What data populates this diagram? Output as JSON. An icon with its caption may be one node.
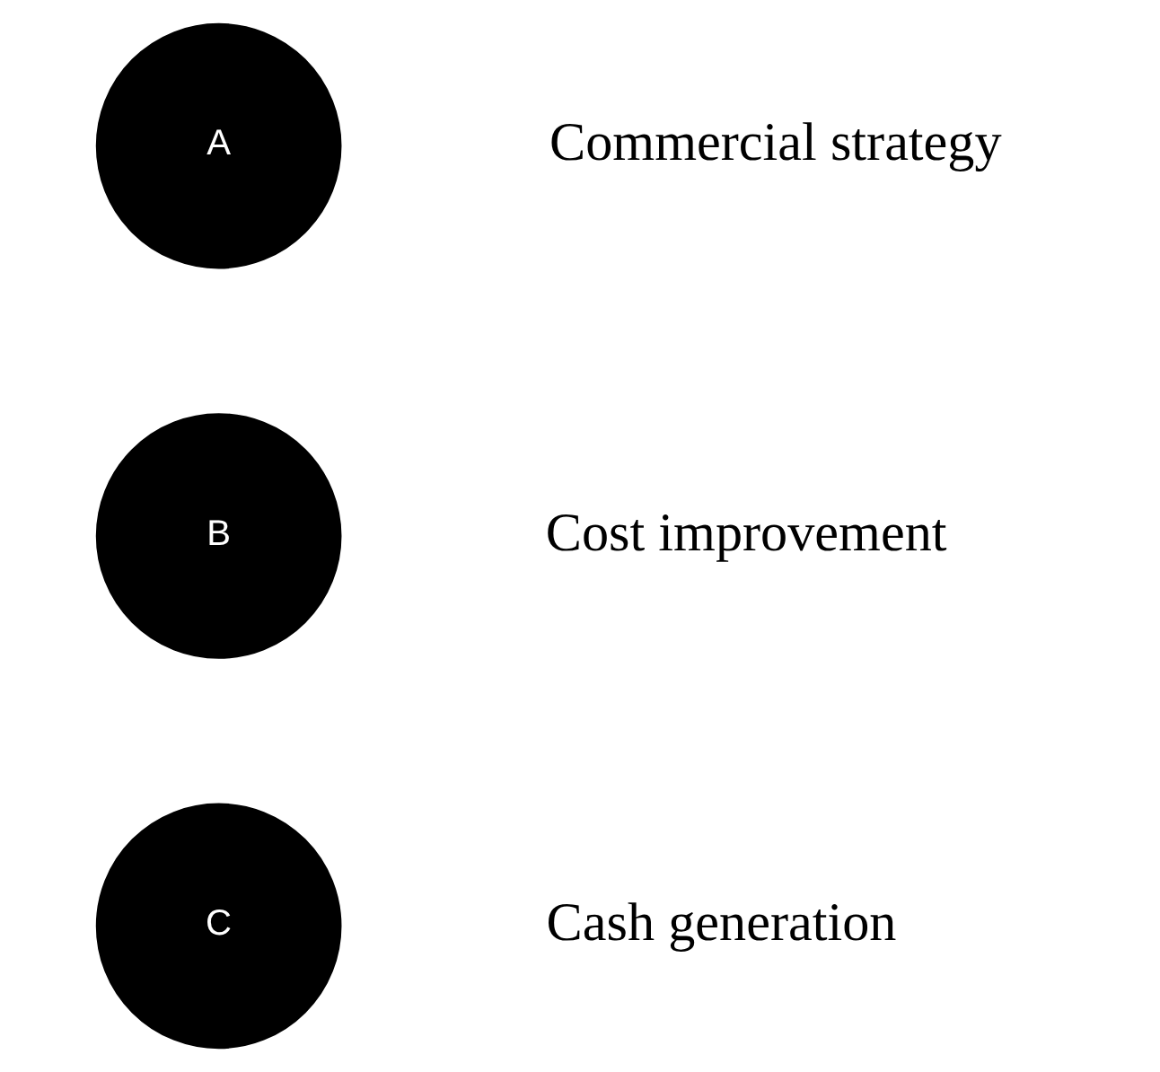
{
  "diagram": {
    "nodes": [
      {
        "text": [
          "A"
        ],
        "beside": [
          "Commercial strategy"
        ]
      },
      {
        "text": [
          "B"
        ],
        "beside": [
          "Cost improvement"
        ]
      },
      {
        "text": [
          "C"
        ],
        "beside": [
          "Cash generation"
        ]
      }
    ]
  }
}
